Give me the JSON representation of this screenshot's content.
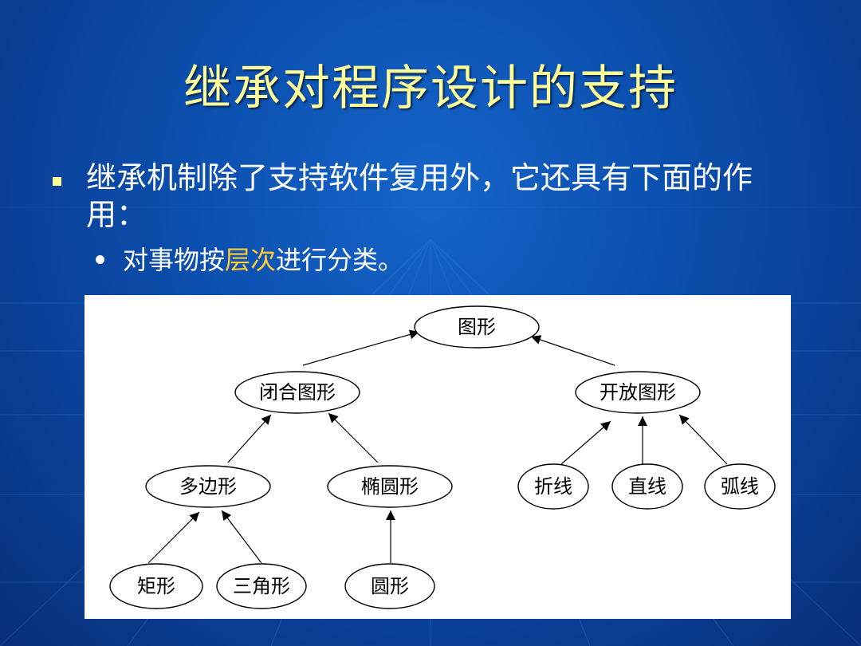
{
  "slide": {
    "title": "继承对程序设计的支持",
    "bullet1": "继承机制除了支持软件复用外，它还具有下面的作用：",
    "bullet2": {
      "prefix": "对事物按",
      "highlight": "层次",
      "suffix": "进行分类。"
    },
    "colors": {
      "title": "#ffff99",
      "highlight": "#ffcc33",
      "background": "#0b4fae"
    }
  },
  "diagram": {
    "nodes": [
      {
        "id": "shape",
        "label": "图形"
      },
      {
        "id": "closed",
        "label": "闭合图形"
      },
      {
        "id": "open",
        "label": "开放图形"
      },
      {
        "id": "polygon",
        "label": "多边形"
      },
      {
        "id": "ellipse",
        "label": "椭圆形"
      },
      {
        "id": "polyline",
        "label": "折线"
      },
      {
        "id": "line",
        "label": "直线"
      },
      {
        "id": "arc",
        "label": "弧线"
      },
      {
        "id": "rect",
        "label": "矩形"
      },
      {
        "id": "triangle",
        "label": "三角形"
      },
      {
        "id": "circle",
        "label": "圆形"
      }
    ],
    "edges": [
      {
        "from": "closed",
        "to": "shape"
      },
      {
        "from": "open",
        "to": "shape"
      },
      {
        "from": "polygon",
        "to": "closed"
      },
      {
        "from": "ellipse",
        "to": "closed"
      },
      {
        "from": "polyline",
        "to": "open"
      },
      {
        "from": "line",
        "to": "open"
      },
      {
        "from": "arc",
        "to": "open"
      },
      {
        "from": "rect",
        "to": "polygon"
      },
      {
        "from": "triangle",
        "to": "polygon"
      },
      {
        "from": "circle",
        "to": "ellipse"
      }
    ]
  }
}
